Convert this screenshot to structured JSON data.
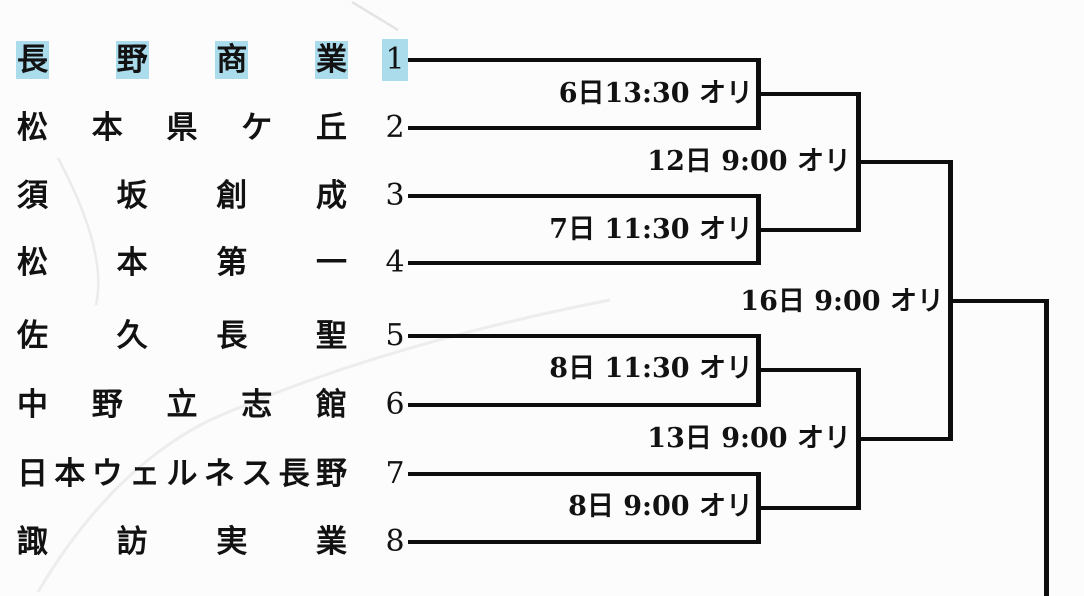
{
  "bracket": {
    "highlight_color": "#aadcec",
    "teams": [
      {
        "name": "長野商業",
        "seed": "1",
        "highlighted": true
      },
      {
        "name": "松本県ケ丘",
        "seed": "2",
        "highlighted": false
      },
      {
        "name": "須坂創成",
        "seed": "3",
        "highlighted": false
      },
      {
        "name": "松本第一",
        "seed": "4",
        "highlighted": false
      },
      {
        "name": "佐久長聖",
        "seed": "5",
        "highlighted": false
      },
      {
        "name": "中野立志館",
        "seed": "6",
        "highlighted": false
      },
      {
        "name": "日本ウェルネス長野",
        "seed": "7",
        "highlighted": false
      },
      {
        "name": "諏訪実業",
        "seed": "8",
        "highlighted": false
      }
    ],
    "matches": {
      "round1_match1": {
        "label": "6日13:30 オリ"
      },
      "round1_match2": {
        "label": "7日 11:30 オリ"
      },
      "round1_match3": {
        "label": "8日 11:30 オリ"
      },
      "round1_match4": {
        "label": "8日 9:00 オリ"
      },
      "quarter1": {
        "label": "12日 9:00 オリ"
      },
      "quarter2": {
        "label": "13日 9:00 オリ"
      },
      "semi": {
        "label": "16日 9:00 オリ"
      }
    }
  }
}
